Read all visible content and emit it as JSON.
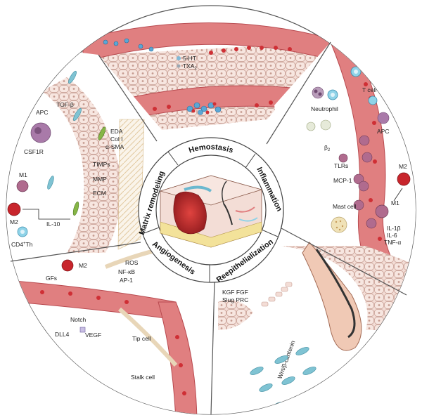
{
  "colors": {
    "vessel": "#e07f80",
    "vessel_dark": "#b84a4f",
    "vessel_light": "#f2b8b6",
    "rbc": "#cf2f35",
    "tissue": "#f3ddd6",
    "tissue_line": "#c59a8f",
    "cyan_cell": "#8fd3e8",
    "macrophage_m1": "#b06b8e",
    "macrophage_m2": "#c8252c",
    "fibroblast": "#86b646",
    "platelet": "#5aa7d6",
    "apc": "#a97aa9",
    "hair": "#333333"
  },
  "stages": {
    "hemostasis": "Hemostasis",
    "inflammation": "Inflammation",
    "reepithelialization": "Reepithelialization",
    "angiogenesis": "Angiogenesis",
    "matrix_remodeling": "Matrix remodeling"
  },
  "hemostasis_labels": {
    "serotonin": "5-HT",
    "txa2": "TXA",
    "txa2_sub": "2"
  },
  "inflammation_labels": {
    "t_cell": "T cell",
    "neutrophil": "Neutrophil",
    "apc": "APC",
    "beta2": "β",
    "beta2_sub": "2",
    "tlrs": "TLRs",
    "mcp1": "MCP-1",
    "m2": "M2",
    "m1": "M1",
    "mast_cell": "Mast cell",
    "il1b": "IL-1β",
    "il6": "IL-6",
    "tnfa": "TNF-α"
  },
  "reepithelialization_labels": {
    "kgf_fgf": "KGF FGF",
    "slug_prc": "Slug PRC",
    "wnt": "Wnt/β-cantenin"
  },
  "angiogenesis_labels": {
    "ros": "ROS",
    "nfkb": "NF-κB",
    "ap1": "AP-1",
    "m2": "M2",
    "gfs": "GFs",
    "notch": "Notch",
    "dll4": "DLL4",
    "vegf": "VEGF",
    "tip_cell": "Tip cell",
    "stalk_cell": "Stalk cell"
  },
  "remodeling_labels": {
    "tgf_b": "TGF-β",
    "apc": "APC",
    "csf1r": "CSF1R",
    "eda": "EDA",
    "col1": "Col I",
    "asma": "α-SMA",
    "timps": "TIMPs",
    "mmp": "MMP",
    "ecm": "ECM",
    "m1": "M1",
    "m2": "M2",
    "il10": "IL-10",
    "cd4th": "CD4",
    "cd4th_sup": "+",
    "cd4th_tail": "Th"
  },
  "icons": {
    "platelet": "platelet-icon",
    "red_blood_cell": "red-blood-cell-icon",
    "macrophage": "macrophage-icon",
    "neutrophil": "neutrophil-icon",
    "t_cell": "t-cell-icon",
    "fibroblast": "fibroblast-icon",
    "mast_cell": "mast-cell-icon",
    "skin_wound": "skin-wound-icon",
    "hair_follicle": "hair-follicle-icon"
  }
}
